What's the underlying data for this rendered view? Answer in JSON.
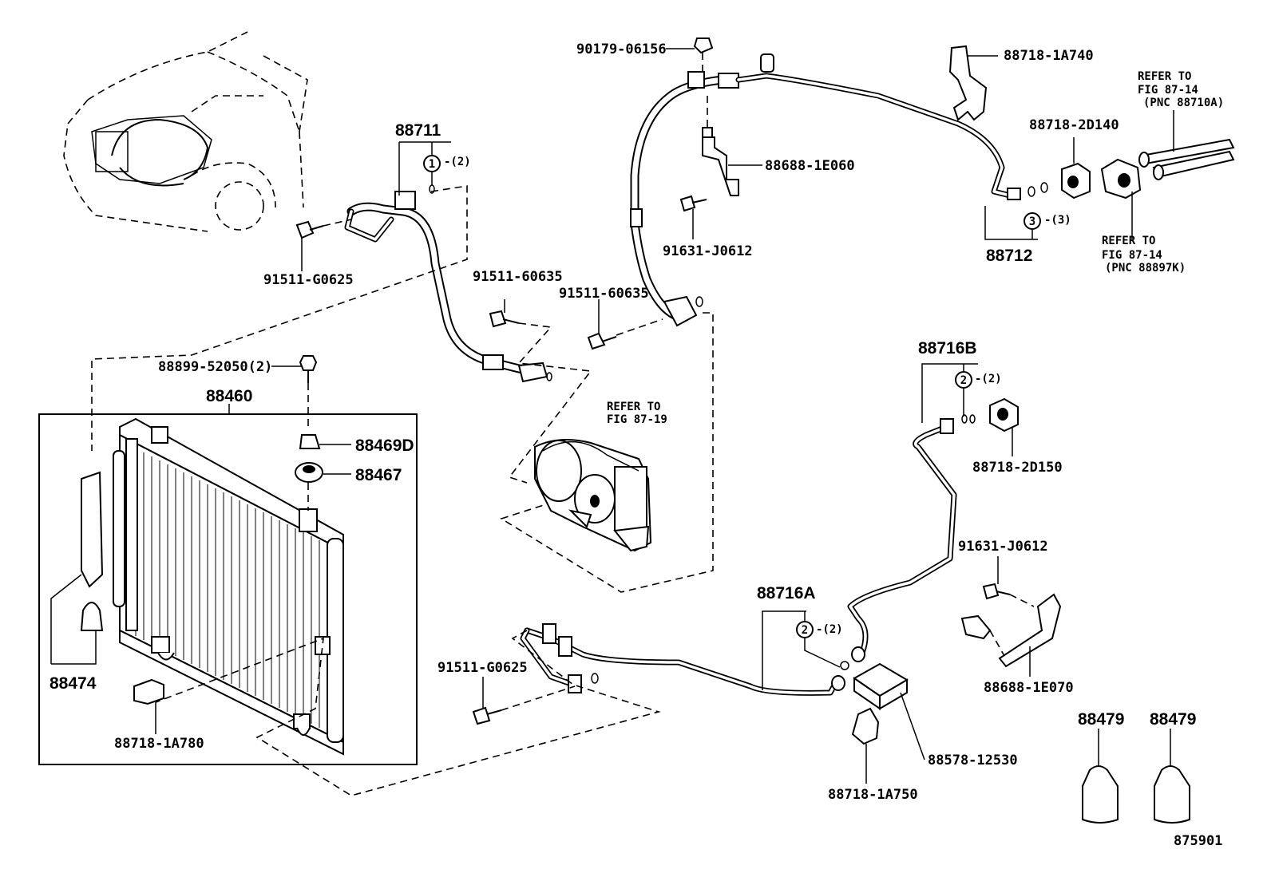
{
  "labels": {
    "p88711": "88711",
    "p88712": "88712",
    "p88460": "88460",
    "p88474": "88474",
    "p88467": "88467",
    "p88469d": "88469D",
    "p88899": "88899-52050(2)",
    "p88716a": "88716A",
    "p88716b": "88716B",
    "p88479a": "88479",
    "p88479b": "88479",
    "p90179": "90179-06156",
    "p88718_1a740": "88718-1A740",
    "p88718_2d140": "88718-2D140",
    "p88688_1e060": "88688-1E060",
    "p91631_a": "91631-J0612",
    "p91631_b": "91631-J0612",
    "p91511_g0625_a": "91511-G0625",
    "p91511_g0625_b": "91511-G0625",
    "p91511_60635_a": "91511-60635",
    "p91511_60635_b": "91511-60635",
    "p88718_2d150": "88718-2D150",
    "p88688_1e070": "88688-1E070",
    "p88718_1a780": "88718-1A780",
    "p88718_1a750": "88718-1A750",
    "p88578": "88578-12530",
    "drawing_id": "875901"
  },
  "qty": {
    "q1": "-(2)",
    "q2a": "-(2)",
    "q2b": "-(2)",
    "q3": "-(3)"
  },
  "circles": {
    "c1": "1",
    "c2a": "2",
    "c2b": "2",
    "c3": "3"
  },
  "references": {
    "fig8714_top": [
      "REFER TO",
      "FIG 87-14",
      "(PNC 88710A)"
    ],
    "fig8714_bottom": [
      "REFER TO",
      "FIG 87-14",
      "(PNC 88897K)"
    ],
    "fig8719": [
      "REFER TO",
      "FIG 87-19"
    ]
  }
}
